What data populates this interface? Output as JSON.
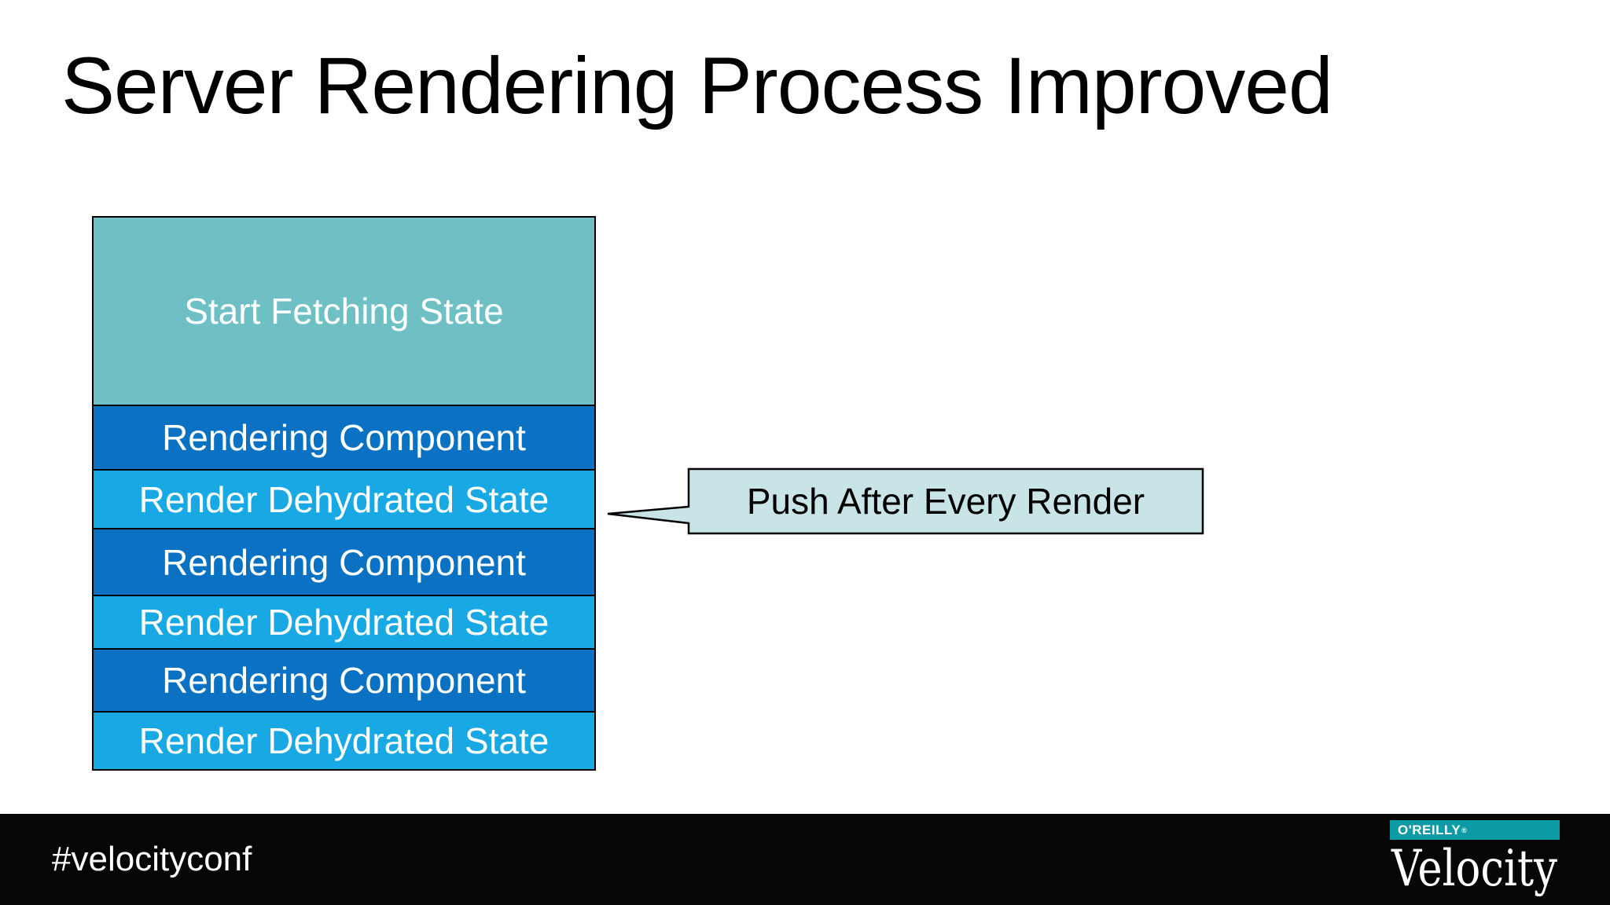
{
  "slide": {
    "title": "Server Rendering Process Improved"
  },
  "diagram": {
    "stack": [
      {
        "label": "Start Fetching State",
        "color": "#6ec0c4"
      },
      {
        "label": "Rendering Component",
        "color": "#0b71c3"
      },
      {
        "label": "Render Dehydrated State",
        "color": "#18a8e3"
      },
      {
        "label": "Rendering Component",
        "color": "#0b71c3"
      },
      {
        "label": "Render Dehydrated State",
        "color": "#18a8e3"
      },
      {
        "label": "Rendering Component",
        "color": "#0b71c3"
      },
      {
        "label": "Render Dehydrated State",
        "color": "#18a8e3"
      }
    ],
    "callout": {
      "label": "Push After Every Render",
      "fill": "#c8e4e6"
    }
  },
  "footer": {
    "hashtag": "#velocityconf",
    "logo": {
      "brand": "O'REILLY",
      "registered": "®",
      "product": "Velocity",
      "brand_color": "#0c9aa4"
    }
  },
  "colors": {
    "background": "#ffffff",
    "title_text": "#000000",
    "bar_text": "#ffffff",
    "footer_bar": "#060606",
    "outline": "#000000"
  }
}
